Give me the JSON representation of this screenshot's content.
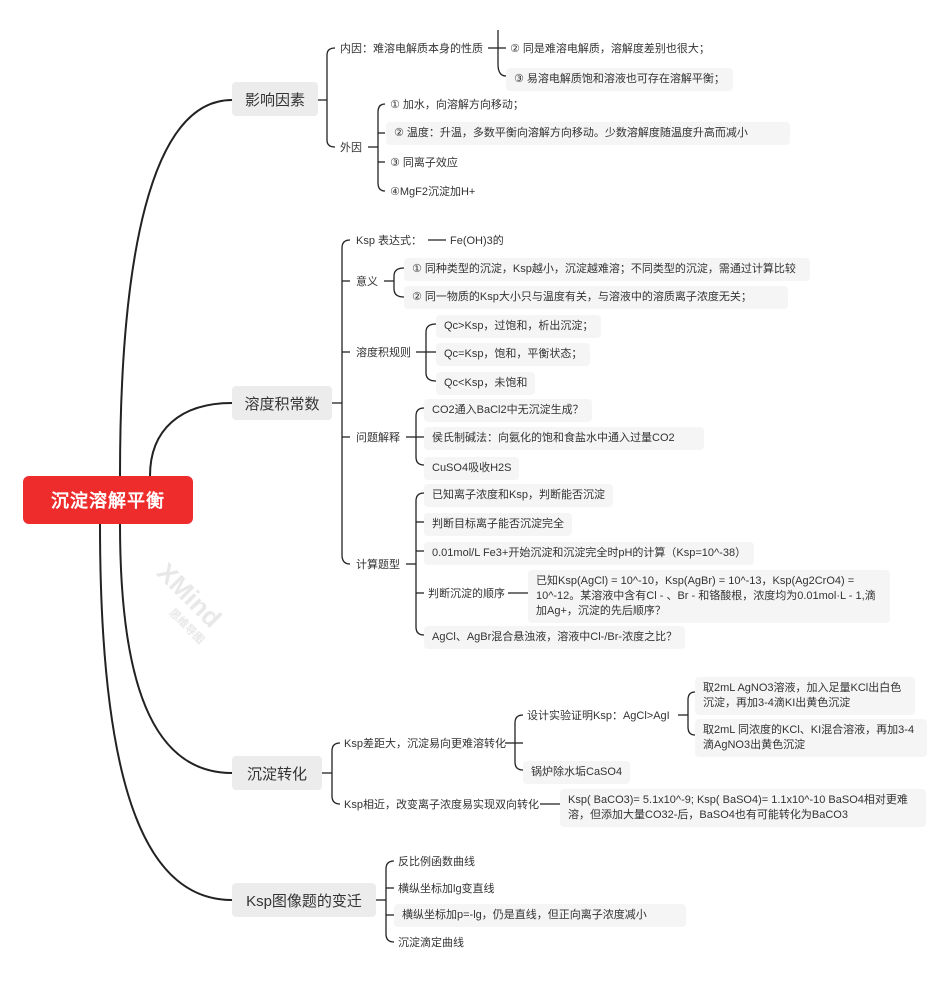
{
  "root": "沉淀溶解平衡",
  "branches": [
    {
      "label": "影响因素",
      "children": [
        {
          "label": "内因：难溶电解质本身的性质",
          "children": [
            "② 同是难溶电解质，溶解度差别也很大；",
            "③ 易溶电解质饱和溶液也可存在溶解平衡；"
          ]
        },
        {
          "label": "外因",
          "children": [
            "① 加水，向溶解方向移动；",
            "② 温度：升温，多数平衡向溶解方向移动。少数溶解度随温度升高而减小",
            "③ 同离子效应",
            "④MgF2沉淀加H+"
          ]
        }
      ]
    },
    {
      "label": "溶度积常数",
      "children": [
        {
          "label": "Ksp 表达式：",
          "children": [
            "Fe(OH)3的"
          ]
        },
        {
          "label": "意义",
          "children": [
            "① 同种类型的沉淀，Ksp越小，沉淀越难溶；不同类型的沉淀，需通过计算比较",
            "② 同一物质的Ksp大小只与温度有关，与溶液中的溶质离子浓度无关；"
          ]
        },
        {
          "label": "溶度积规则",
          "children": [
            "Qc>Ksp，过饱和，析出沉淀；",
            "Qc=Ksp，饱和，平衡状态；",
            "Qc<Ksp，未饱和"
          ]
        },
        {
          "label": "问题解释",
          "children": [
            "CO2通入BaCl2中无沉淀生成？",
            "侯氏制碱法：向氨化的饱和食盐水中通入过量CO2",
            "CuSO4吸收H2S"
          ]
        },
        {
          "label": "计算题型",
          "children": [
            "已知离子浓度和Ksp，判断能否沉淀",
            "判断目标离子能否沉淀完全",
            "0.01mol/L Fe3+开始沉淀和沉淀完全时pH的计算（Ksp=10^-38）",
            "判断沉淀的顺序",
            "AgCl、AgBr混合悬浊液，溶液中Cl-/Br-浓度之比？"
          ],
          "order_detail": "已知Ksp(AgCl) = 10^-10，Ksp(AgBr) = 10^-13，Ksp(Ag2CrO4) = 10^-12。某溶液中含有Cl - 、Br - 和铬酸根，浓度均为0.01mol·L - 1,滴加Ag+，沉淀的先后顺序？"
        }
      ]
    },
    {
      "label": "沉淀转化",
      "children": [
        {
          "label": "Ksp差距大，沉淀易向更难溶转化",
          "children": [
            {
              "label": "设计实验证明Ksp：AgCl>AgI",
              "children": [
                "取2mL AgNO3溶液，加入足量KCl出白色沉淀，再加3-4滴KI出黄色沉淀",
                " 取2mL 同浓度的KCl、KI混合溶液，再加3-4滴AgNO3出黄色沉淀"
              ]
            },
            {
              "label": "锅炉除水垢CaSO4",
              "children": []
            }
          ]
        },
        {
          "label": "Ksp相近，改变离子浓度易实现双向转化",
          "children": [
            "Ksp( BaCO3)= 5.1x10^-9; Ksp( BaSO4)= 1.1x10^-10  BaSO4相对更难溶，但添加大量CO32-后，BaSO4也有可能转化为BaCO3"
          ]
        }
      ]
    },
    {
      "label": "Ksp图像题的变迁",
      "children": [
        "反比例函数曲线",
        "横纵坐标加lg变直线",
        "横纵坐标加p=-lg，仍是直线，但正向离子浓度减小",
        "沉淀滴定曲线"
      ]
    }
  ],
  "watermark": {
    "brand": "XMind",
    "sub": "思维导图"
  },
  "colors": {
    "root_bg": "#ee2c2c",
    "line": "#222222",
    "node_bg": "#f5f5f5",
    "main_bg": "#ececec"
  }
}
